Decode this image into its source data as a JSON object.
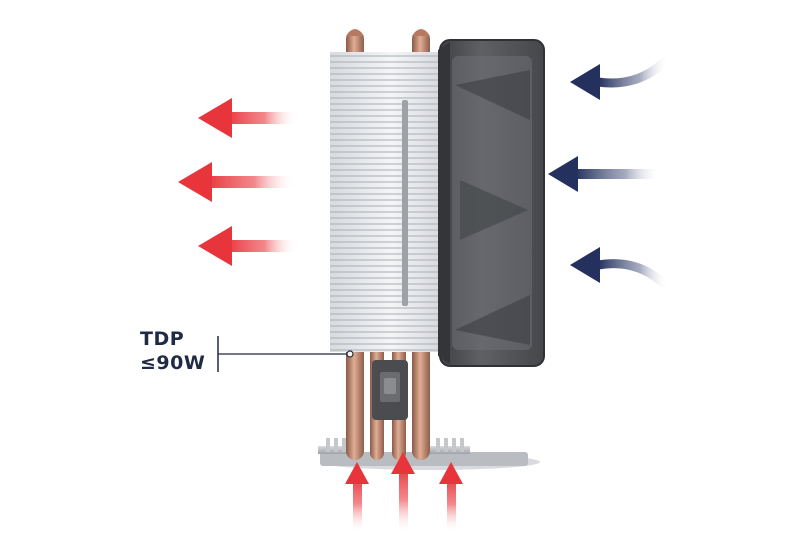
{
  "label": {
    "tdp_title": "TDP",
    "tdp_value": "≤90W"
  },
  "colors": {
    "hot_air": "#e8353b",
    "cool_air": "#24305e",
    "label_text": "#1f2a44",
    "copper": "#b67a62",
    "fin": "#e4e6ea",
    "fan_frame": "#55575b"
  },
  "icons": {
    "hot_arrow": "left-arrow-red",
    "cool_arrow": "curved-left-arrow-navy",
    "intake_arrow": "up-arrow-red"
  }
}
